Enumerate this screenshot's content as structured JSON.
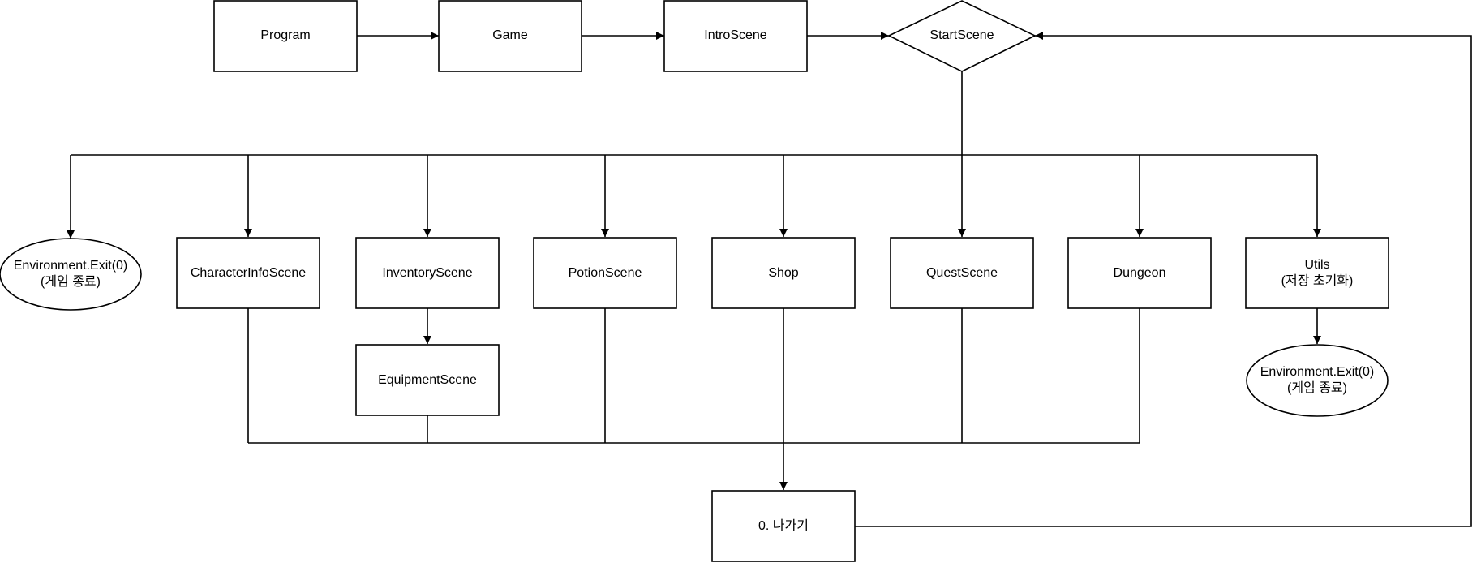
{
  "diagram": {
    "nodes": {
      "program": "Program",
      "game": "Game",
      "intro_scene": "IntroScene",
      "start_scene": "StartScene",
      "exit_left": {
        "line1": "Environment.Exit(0)",
        "line2": "(게임 종료)"
      },
      "character_info_scene": "CharacterInfoScene",
      "inventory_scene": "InventoryScene",
      "potion_scene": "PotionScene",
      "shop": "Shop",
      "quest_scene": "QuestScene",
      "dungeon": "Dungeon",
      "utils": {
        "line1": "Utils",
        "line2": "(저장 초기화)"
      },
      "equipment_scene": "EquipmentScene",
      "exit_right": {
        "line1": "Environment.Exit(0)",
        "line2": "(게임 종료)"
      },
      "go_back": "0. 나가기"
    },
    "colors": {
      "stroke": "#000000",
      "fill": "#ffffff",
      "text": "#000000"
    }
  }
}
